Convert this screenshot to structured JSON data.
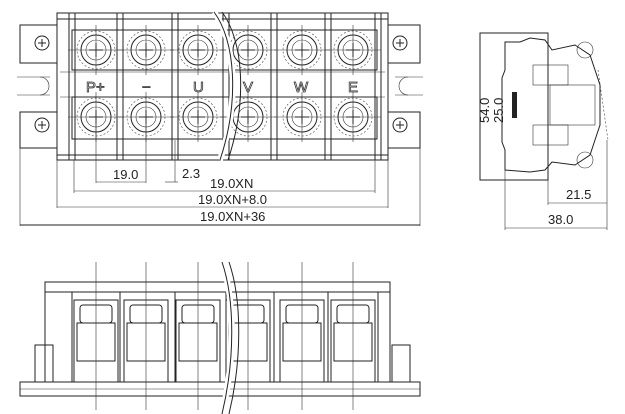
{
  "terminal_labels": [
    "P+",
    "−",
    "U",
    "V",
    "W",
    "E"
  ],
  "dimensions": {
    "pitch": "19.0",
    "gap": "2.3",
    "span_n": "19.0XN",
    "span_n_plus_8": "19.0XN+8.0",
    "overall": "19.0XN+36",
    "height_total": "54.0",
    "height_inner": "25.0",
    "depth_inner": "21.5",
    "depth_total": "38.0"
  }
}
